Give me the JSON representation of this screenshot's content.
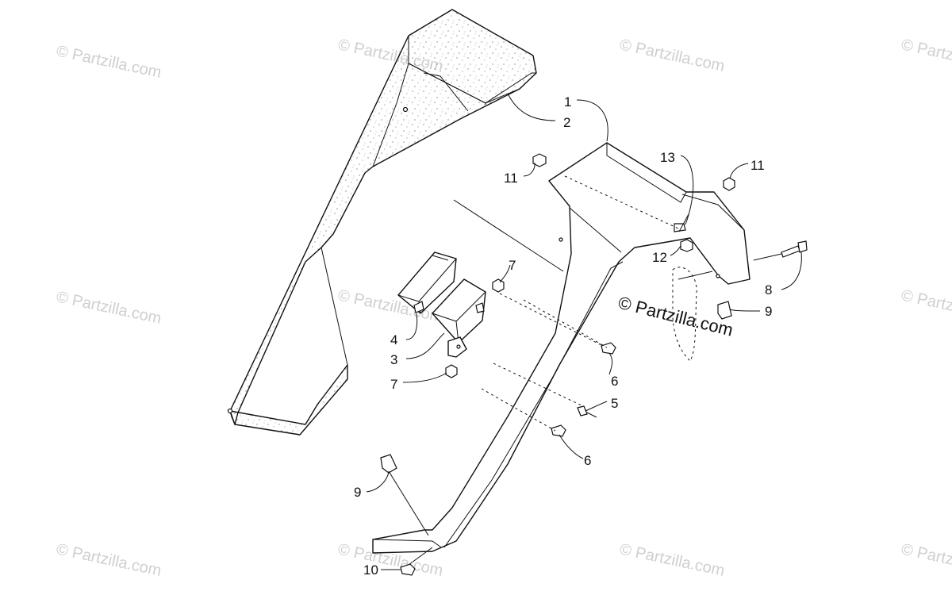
{
  "diagram": {
    "callouts": [
      {
        "id": "c1",
        "label": "1"
      },
      {
        "id": "c2",
        "label": "2"
      },
      {
        "id": "c3",
        "label": "3"
      },
      {
        "id": "c4",
        "label": "4"
      },
      {
        "id": "c5",
        "label": "5"
      },
      {
        "id": "c6a",
        "label": "6"
      },
      {
        "id": "c6b",
        "label": "6"
      },
      {
        "id": "c7a",
        "label": "7"
      },
      {
        "id": "c7b",
        "label": "7"
      },
      {
        "id": "c8",
        "label": "8"
      },
      {
        "id": "c9a",
        "label": "9"
      },
      {
        "id": "c9b",
        "label": "9"
      },
      {
        "id": "c10",
        "label": "10"
      },
      {
        "id": "c11a",
        "label": "11"
      },
      {
        "id": "c11b",
        "label": "11"
      },
      {
        "id": "c12",
        "label": "12"
      },
      {
        "id": "c13",
        "label": "13"
      }
    ]
  },
  "watermark": {
    "text": "© Partzilla.com",
    "center_text": "© Partzilla.com",
    "color": "#cfcfcf"
  }
}
